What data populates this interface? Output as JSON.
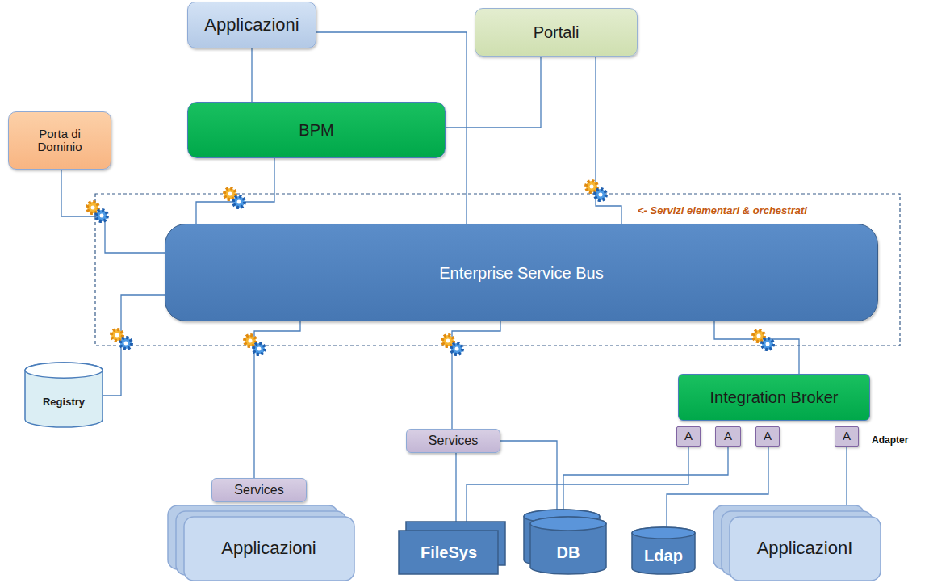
{
  "diagram": {
    "nodes": [
      {
        "text": [
          "Applicazioni"
        ]
      },
      {
        "text": [
          "Portali"
        ]
      },
      {
        "text": [
          "BPM"
        ]
      },
      {
        "text": [
          "Porta di Dominio"
        ]
      },
      {
        "text": [
          "Enterprise Service Bus"
        ]
      },
      {
        "text": [
          "Registry"
        ]
      },
      {
        "text": [
          "Integration Broker"
        ]
      },
      {
        "text": [
          "A"
        ]
      },
      {
        "text": [
          "A"
        ]
      },
      {
        "text": [
          "A"
        ]
      },
      {
        "text": [
          "A"
        ]
      },
      {
        "text": [
          "Services"
        ]
      },
      {
        "text": [
          "Applicazioni"
        ]
      },
      {
        "text": [
          "Services"
        ]
      },
      {
        "text": [
          "FileSys"
        ]
      },
      {
        "text": [
          "DB"
        ]
      },
      {
        "text": [
          "Ldap"
        ]
      },
      {
        "text": [
          "ApplicazionI"
        ]
      }
    ],
    "edges": [
      {
        "from": 0,
        "to": 2,
        "arrow": "none"
      },
      {
        "from": 0,
        "to": 4,
        "arrow": "none"
      },
      {
        "from": 1,
        "to": 2,
        "arrow": "none"
      },
      {
        "from": 1,
        "to": 4,
        "arrow": "none"
      },
      {
        "from": 2,
        "to": 4,
        "arrow": "none"
      },
      {
        "from": 3,
        "to": 4,
        "arrow": "none"
      },
      {
        "from": 5,
        "to": 4,
        "arrow": "none"
      },
      {
        "from": 11,
        "to": 4,
        "arrow": "none"
      },
      {
        "from": 13,
        "to": 4,
        "arrow": "none"
      },
      {
        "from": 6,
        "to": 4,
        "arrow": "none"
      },
      {
        "from": 13,
        "to": 14,
        "arrow": "none"
      },
      {
        "from": 13,
        "to": 15,
        "arrow": "none"
      },
      {
        "from": 7,
        "to": 14,
        "arrow": "none"
      },
      {
        "from": 8,
        "to": 15,
        "arrow": "none"
      },
      {
        "from": 9,
        "to": 16,
        "arrow": "none"
      },
      {
        "from": 10,
        "to": 17,
        "arrow": "none"
      }
    ],
    "labels": [
      "<- Servizi elementari & orchestrati",
      "Adapter"
    ]
  }
}
